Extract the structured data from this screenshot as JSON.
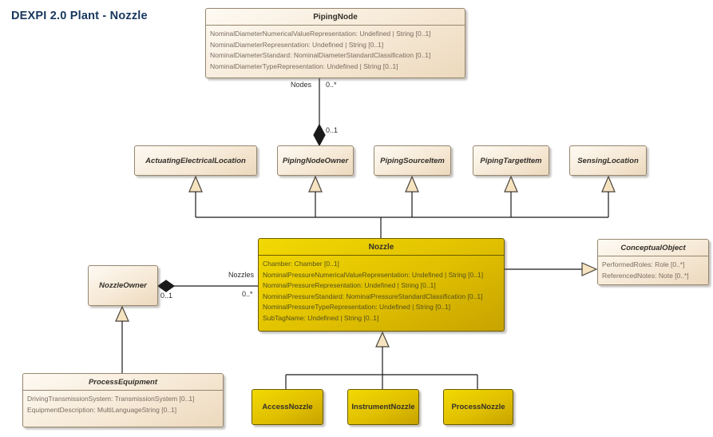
{
  "title": "DEXPI 2.0 Plant - Nozzle",
  "colors": {
    "title_text": "#17365d",
    "cream_box_fill": "#f6e9d6",
    "cream_box_border": "#96866f",
    "yellow_box_fill": "#e0c000",
    "yellow_box_border": "#6b5c00",
    "attribute_text_cream": "#7b6c60",
    "attribute_text_yellow": "#55511e",
    "connector_line": "#1a1a1a",
    "generalization_arrow_fill": "#f6e3c0"
  },
  "classes": {
    "piping_node": {
      "name": "PipingNode",
      "attributes": [
        "NominalDiameterNumericalValueRepresentation: Undefined | String [0..1]",
        "NominalDiameterRepresentation: Undefined | String [0..1]",
        "NominalDiameterStandard: NominalDiameterStandardClassification [0..1]",
        "NominalDiameterTypeRepresentation: Undefined | String [0..1]"
      ]
    },
    "actuating_electrical_location": {
      "name": "ActuatingElectricalLocation"
    },
    "piping_node_owner": {
      "name": "PipingNodeOwner"
    },
    "piping_source_item": {
      "name": "PipingSourceItem"
    },
    "piping_target_item": {
      "name": "PipingTargetItem"
    },
    "sensing_location": {
      "name": "SensingLocation"
    },
    "nozzle": {
      "name": "Nozzle",
      "attributes": [
        "Chamber: Chamber [0..1]",
        "NominalPressureNumericalValueRepresentation: Undefined | String [0..1]",
        "NominalPressureRepresentation: Undefined | String [0..1]",
        "NominalPressureStandard: NominalPressureStandardClassification [0..1]",
        "NominalPressureTypeRepresentation: Undefined | String [0..1]",
        "SubTagName: Undefined | String [0..1]"
      ]
    },
    "conceptual_object": {
      "name": "ConceptualObject",
      "attributes": [
        "PerformedRoles: Role [0..*]",
        "ReferencedNotes: Note [0..*]"
      ]
    },
    "nozzle_owner": {
      "name": "NozzleOwner"
    },
    "process_equipment": {
      "name": "ProcessEquipment",
      "attributes": [
        "DrivingTransmissionSystem: TransmissionSystem [0..1]",
        "EquipmentDescription: MultiLanguageString [0..1]"
      ]
    },
    "access_nozzle": {
      "name": "AccessNozzle"
    },
    "instrument_nozzle": {
      "name": "InstrumentNozzle"
    },
    "process_nozzle": {
      "name": "ProcessNozzle"
    }
  },
  "connectors": {
    "piping_node_composition": {
      "role": "Nodes",
      "source_mult": "0..*",
      "target_mult": "0..1"
    },
    "nozzle_owner_composition": {
      "role": "Nozzles",
      "source_mult": "0..*",
      "target_mult": "0..1"
    }
  }
}
